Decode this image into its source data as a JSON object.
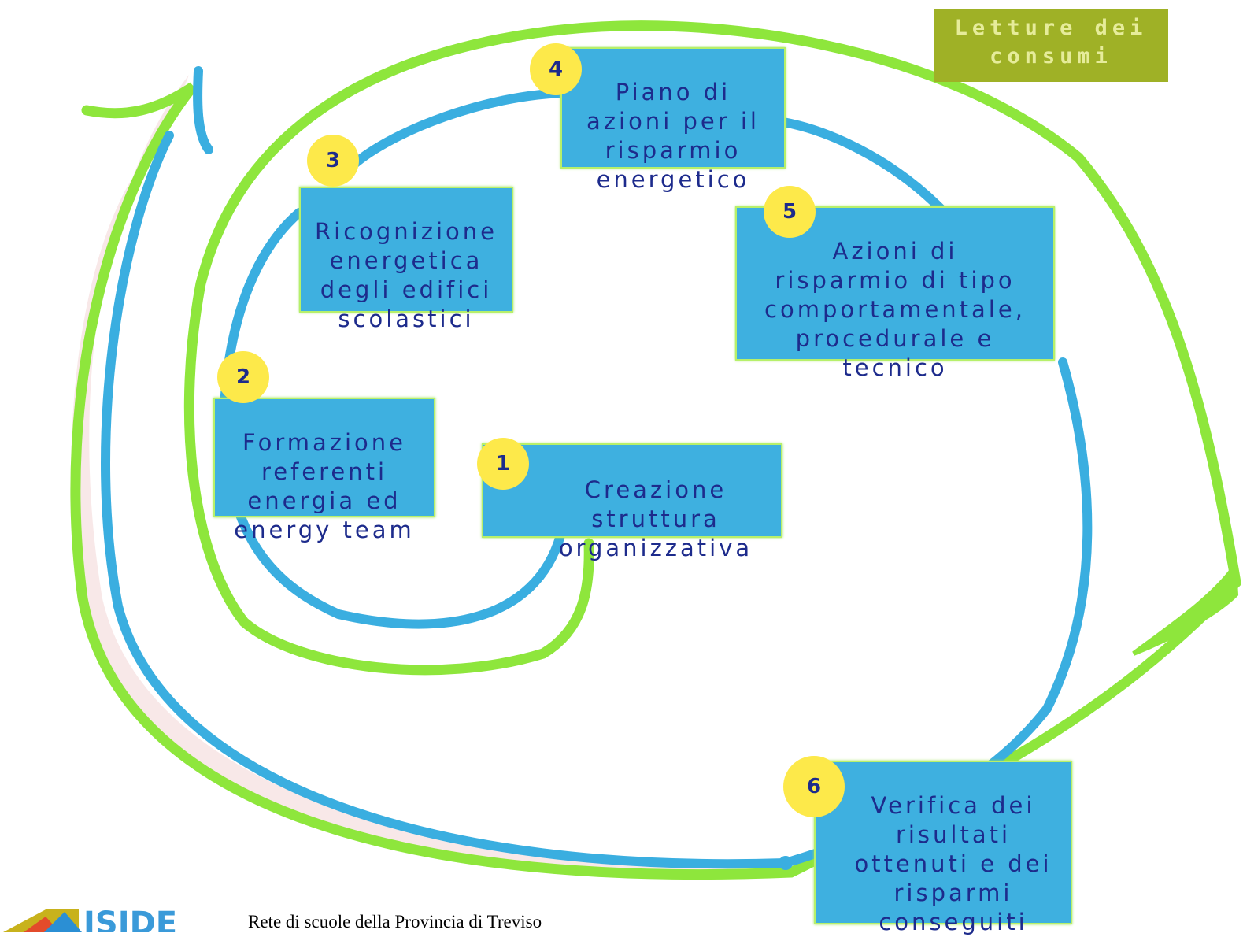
{
  "diagram": {
    "corner_label": "Letture dei\nconsumi",
    "steps": [
      {
        "number": "1",
        "label": "Creazione\nstruttura\norganizzativa"
      },
      {
        "number": "2",
        "label": "Formazione\nreferenti\nenergia ed\nenergy team"
      },
      {
        "number": "3",
        "label": "Ricognizione\nenergetica\ndegli edifici\nscolastici"
      },
      {
        "number": "4",
        "label": "Piano di\nazioni per il\nrisparmio\nenergetico"
      },
      {
        "number": "5",
        "label": "Azioni di\nrisparmio di tipo\ncomportamentale,\nprocedurale e\ntecnico"
      },
      {
        "number": "6",
        "label": "Verifica dei\nrisultati\nottenuti e dei\nrisparmi\nconseguiti"
      }
    ]
  },
  "footer": {
    "logo_text": "ISIDE",
    "network_text": "Rete di scuole della Provincia di Treviso"
  },
  "colors": {
    "spiral_green": "#8ee63c",
    "spiral_blue": "#3aaee0",
    "box_fill": "#3eb0e0",
    "box_text": "#1d2b8c",
    "badge_yellow": "#fde94a",
    "corner_box": "#9fb126"
  }
}
